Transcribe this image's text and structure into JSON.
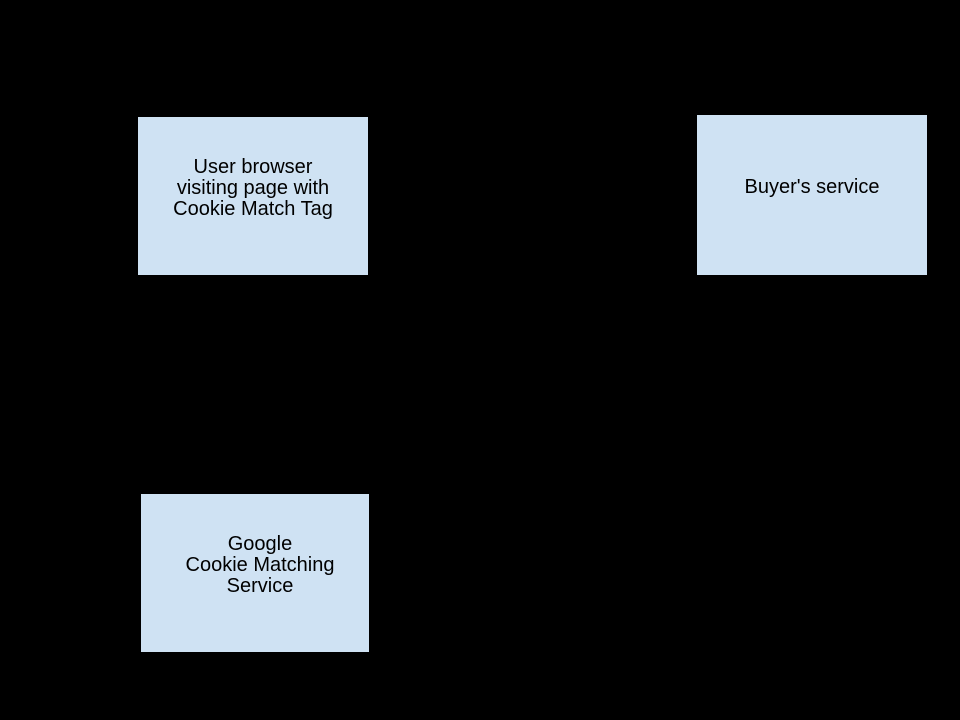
{
  "colors": {
    "background": "#000000",
    "node_fill": "#cfe2f3",
    "node_border": "#000000",
    "node_text": "#000000"
  },
  "diagram": {
    "type": "flowchart",
    "nodes": [
      {
        "id": "user-browser",
        "lines": [
          "User browser",
          "visiting page with",
          "Cookie Match Tag"
        ]
      },
      {
        "id": "buyers-service",
        "lines": [
          "Buyer's service"
        ]
      },
      {
        "id": "google-cookie-matching-service",
        "lines": [
          "Google",
          "Cookie Matching",
          "Service"
        ]
      }
    ]
  }
}
